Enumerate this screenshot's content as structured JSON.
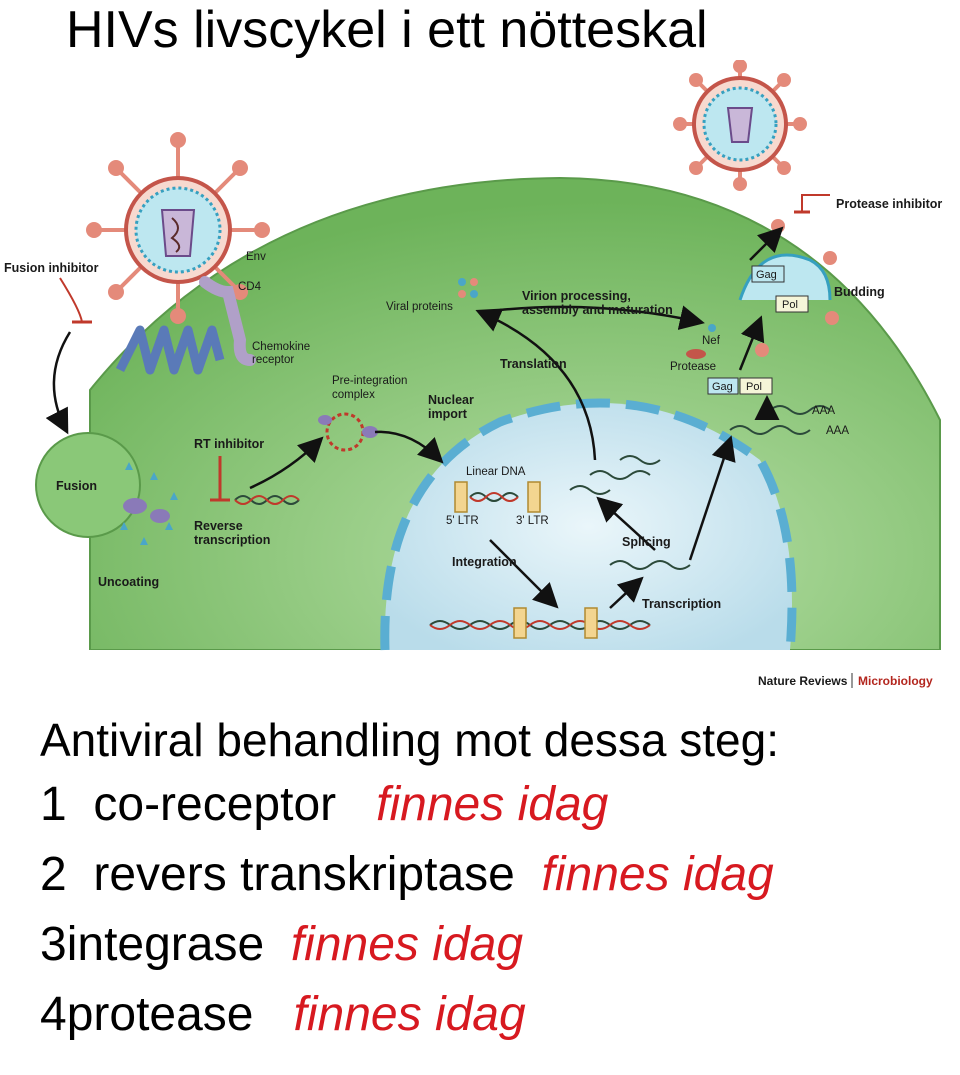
{
  "slide": {
    "title": "HIVs livscykel i ett nötteskal",
    "heading": "Antiviral behandling mot dessa steg:",
    "items": [
      {
        "number": "1",
        "name": "co-receptor",
        "status": "finnes idag"
      },
      {
        "number": "2",
        "name": "revers transkriptase",
        "status": "finnes idag"
      },
      {
        "number": "3",
        "name": "integrase",
        "status": "finnes idag"
      },
      {
        "number": "4",
        "name": "protease",
        "status": "finnes idag"
      }
    ]
  },
  "diagram": {
    "labels": {
      "fusion_inhibitor": "Fusion inhibitor",
      "env": "Env",
      "cd4": "CD4",
      "chemokine_receptor_1": "Chemokine",
      "chemokine_receptor_2": "receptor",
      "fusion": "Fusion",
      "uncoating": "Uncoating",
      "rt_inhibitor": "RT inhibitor",
      "reverse_transcription_1": "Reverse",
      "reverse_transcription_2": "transcription",
      "preintegration_1": "Pre-integration",
      "preintegration_2": "complex",
      "nuclear_import_1": "Nuclear",
      "nuclear_import_2": "import",
      "viral_proteins": "Viral proteins",
      "virion_processing_1": "Virion processing,",
      "virion_processing_2": "assembly and maturation",
      "translation": "Translation",
      "linear_dna": "Linear DNA",
      "ltr5": "5' LTR",
      "ltr3": "3' LTR",
      "integration": "Integration",
      "splicing": "Splicing",
      "transcription": "Transcription",
      "nef": "Nef",
      "protease": "Protease",
      "gag": "Gag",
      "pol": "Pol",
      "aaa": "AAA",
      "protease_inhibitor": "Protease inhibitor",
      "budding": "Budding"
    },
    "credit_journal": "Nature Reviews",
    "credit_section": "Microbiology",
    "colors": {
      "cell": "#7cbd6a",
      "nucleus": "#c8e4ee",
      "nuclear_envelope": "#5aaed2",
      "virus_spike": "#e48a7a",
      "inhibitor": "#c0392b",
      "text_status": "#d71920"
    }
  }
}
